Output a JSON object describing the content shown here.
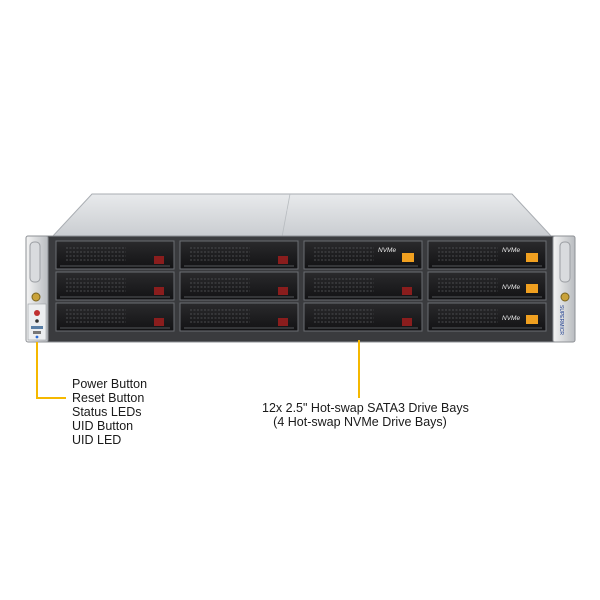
{
  "callouts": {
    "front_panel": [
      "Power Button",
      "Reset Button",
      "Status LEDs",
      "UID Button",
      "UID LED"
    ],
    "drive_bays": [
      "12x 2.5\" Hot-swap SATA3 Drive Bays",
      "(4 Hot-swap NVMe Drive Bays)"
    ]
  },
  "server": {
    "bay_label": "NVMe",
    "brand_text": "SUPERMICR"
  },
  "colors": {
    "callout_line": "#f5b800",
    "drive_latch": "#f0a020",
    "drive_release": "#8a1d1d",
    "chassis_top": "#d5d8dc",
    "bay_face": "#1c1c1e"
  }
}
